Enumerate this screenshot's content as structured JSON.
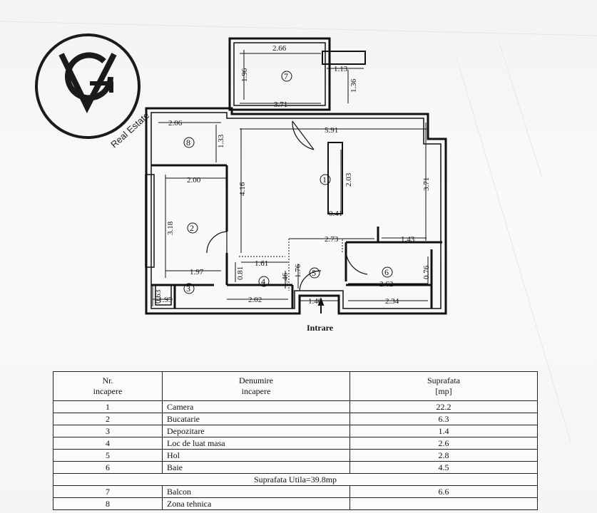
{
  "logo": {
    "letters": "VG",
    "tagline": "Real Estate"
  },
  "plan": {
    "dimensions": [
      "2.66",
      "1.96",
      "1.13",
      "1.36",
      "3.71",
      "5.91",
      "2.06",
      "1.33",
      "4.16",
      "2.03",
      "3.71",
      "2.00",
      "3.18",
      "0.41",
      "2.73",
      "1.43",
      "1.61",
      "1.97",
      "0.81",
      "1.46",
      "1.76",
      "0.76",
      "2.62",
      "0.63",
      "1.95",
      "2.02",
      "1.40",
      "2.34"
    ],
    "room_numbers": [
      "1",
      "2",
      "3",
      "4",
      "5",
      "6",
      "7",
      "8"
    ],
    "entrance_label": "Intrare"
  },
  "table": {
    "headers": [
      "Nr.\nincapere",
      "Denumire\nincapere",
      "Suprafata\n[mp]"
    ],
    "rows": [
      {
        "nr": "1",
        "name": "Camera",
        "area": "22.2"
      },
      {
        "nr": "2",
        "name": "Bucatarie",
        "area": "6.3"
      },
      {
        "nr": "3",
        "name": "Depozitare",
        "area": "1.4"
      },
      {
        "nr": "4",
        "name": "Loc de luat masa",
        "area": "2.6"
      },
      {
        "nr": "5",
        "name": "Hol",
        "area": "2.8"
      },
      {
        "nr": "6",
        "name": "Baie",
        "area": "4.5"
      }
    ],
    "summary": "Suprafata Utila=39.8mp",
    "extra_rows": [
      {
        "nr": "7",
        "name": "Balcon",
        "area": "6.6"
      },
      {
        "nr": "8",
        "name": "Zona tehnica",
        "area": ""
      }
    ]
  },
  "colors": {
    "ink": "#111111",
    "paper": "#f7f7f5",
    "logo": "#1a1a1a"
  }
}
